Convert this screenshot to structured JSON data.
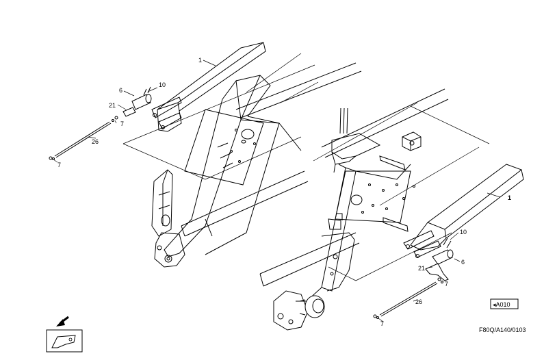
{
  "diagram": {
    "callouts": {
      "left_1": "1",
      "left_6": "6",
      "left_10": "10",
      "left_21": "21",
      "left_7a": "7",
      "left_26": "26",
      "left_7b": "7",
      "right_1": "1",
      "right_10": "10",
      "right_6": "6",
      "right_21": "21",
      "right_7a": "7",
      "right_26": "26",
      "right_7b": "7"
    },
    "page_ref": "◂A010",
    "drawing_code": "F80Q/A140/0103",
    "icons": [
      "direction-arrow-icon",
      "section-marker-icon"
    ]
  }
}
